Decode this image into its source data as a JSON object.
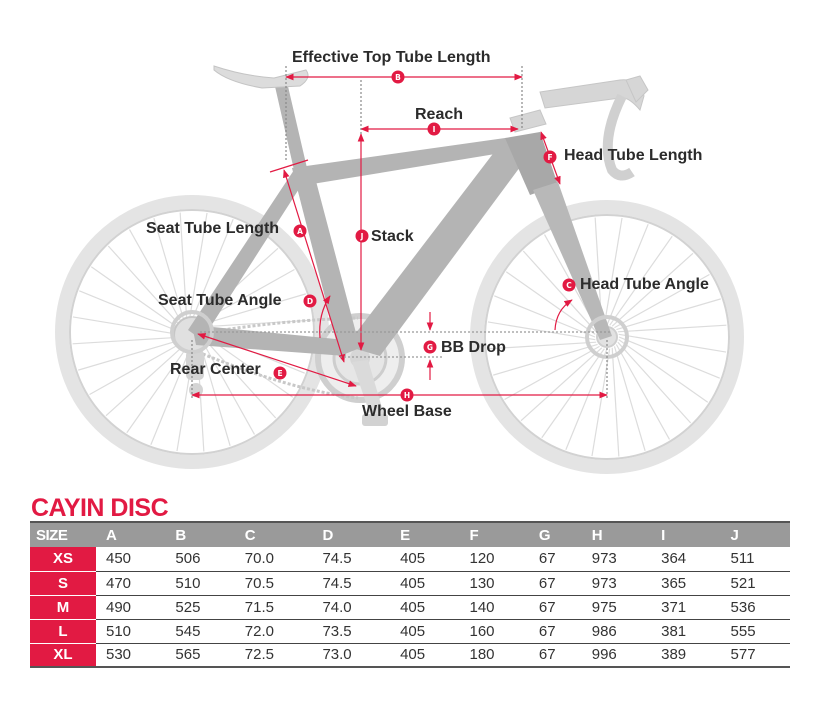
{
  "labels": {
    "effective_top_tube": "Effective Top Tube Length",
    "reach": "Reach",
    "head_tube_length": "Head Tube Length",
    "seat_tube_length": "Seat Tube Length",
    "stack": "Stack",
    "seat_tube_angle": "Seat Tube Angle",
    "head_tube_angle": "Head Tube Angle",
    "bb_drop": "BB Drop",
    "rear_center": "Rear Center",
    "wheel_base": "Wheel Base"
  },
  "badges": {
    "A": "A",
    "B": "B",
    "C": "C",
    "D": "D",
    "E": "E",
    "F": "F",
    "G": "G",
    "H": "H",
    "I": "I",
    "J": "J"
  },
  "colors": {
    "accent": "#e21a43",
    "frame": "#b4b4b4",
    "wheel": "#dedede",
    "header": "#9a9a9a"
  },
  "table": {
    "title": "CAYIN DISC",
    "headers": [
      "SIZE",
      "A",
      "B",
      "C",
      "D",
      "E",
      "F",
      "G",
      "H",
      "I",
      "J"
    ],
    "rows": [
      [
        "XS",
        "450",
        "506",
        "70.0",
        "74.5",
        "405",
        "120",
        "67",
        "973",
        "364",
        "511"
      ],
      [
        "S",
        "470",
        "510",
        "70.5",
        "74.5",
        "405",
        "130",
        "67",
        "973",
        "365",
        "521"
      ],
      [
        "M",
        "490",
        "525",
        "71.5",
        "74.0",
        "405",
        "140",
        "67",
        "975",
        "371",
        "536"
      ],
      [
        "L",
        "510",
        "545",
        "72.0",
        "73.5",
        "405",
        "160",
        "67",
        "986",
        "381",
        "555"
      ],
      [
        "XL",
        "530",
        "565",
        "72.5",
        "73.0",
        "405",
        "180",
        "67",
        "996",
        "389",
        "577"
      ]
    ]
  }
}
